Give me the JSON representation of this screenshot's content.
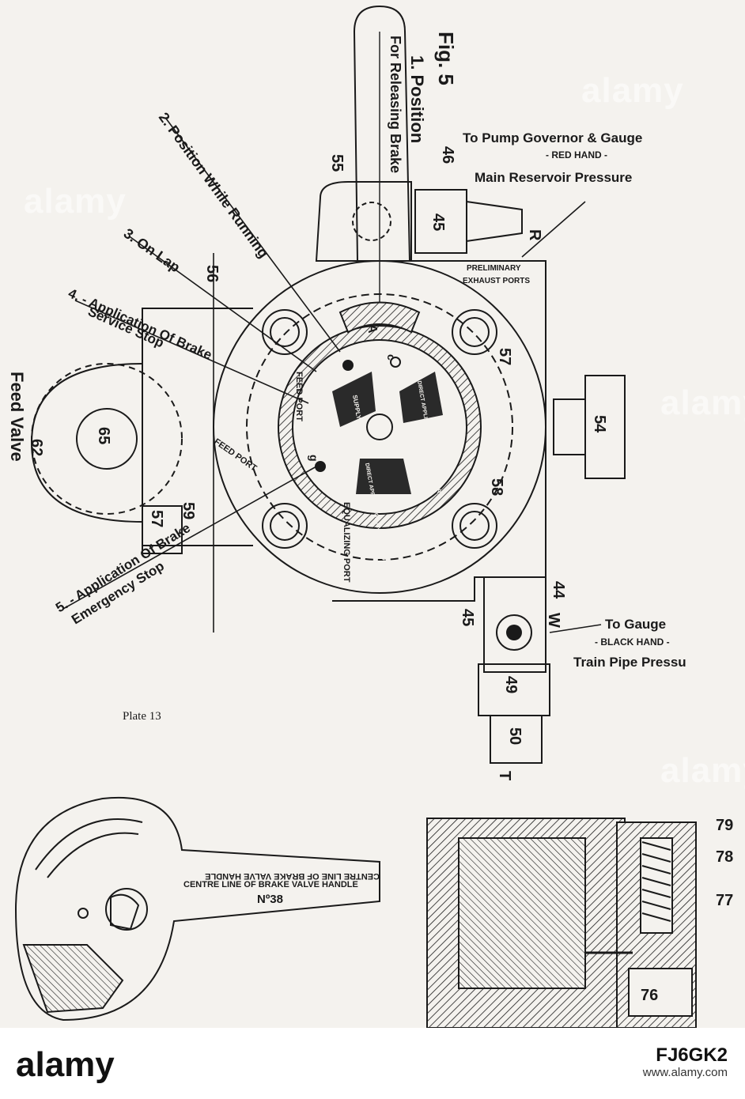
{
  "diagram": {
    "fig": "Fig. 5",
    "position1": "1. Position",
    "releasing": "For Releasing Brake",
    "position2": "2. Position While Running",
    "position3": "3. On Lap",
    "position4a": "4. - Application Of Brake",
    "position4b": "Service Stop",
    "position5a": "5. - Application Of Brake",
    "position5b": "Emergency Stop",
    "pump_gov": "To Pump Governor & Gauge",
    "red_hand": "- RED HAND -",
    "main_res": "Main Reservoir Pressure",
    "to_gauge": "To Gauge",
    "black_hand": "- BLACK HAND -",
    "train_pipe": "Train Pipe Pressu",
    "prelim": "PRELIMINARY",
    "exhaust": "EXHAUST PORTS",
    "feed_port": "FEED PORT",
    "equalizing": "EQUALIZING PORT",
    "supply_port": "SUPPLY PORT",
    "direct_app_exhaust": "DIRECT APPLICATION AND EXHAUST PORT",
    "direct_app_supply": "DIRECT APPLICATION AND SUPPLY PORT",
    "feed_valve": "Feed Valve",
    "plate": "Plate 13",
    "centre_line": "CENTRE LINE OF BRAKE VALVE HANDLE",
    "handle_no": "Nº38",
    "parts": {
      "p55": "55",
      "p45a": "45",
      "p46": "46",
      "p57a": "57",
      "p54": "54",
      "p58": "58",
      "p56": "56",
      "p65": "65",
      "p62": "62",
      "p59": "59",
      "p57b": "57",
      "p44": "44",
      "p45b": "45",
      "p49": "49",
      "p50": "50",
      "p79": "79",
      "p78": "78",
      "p77": "77",
      "p76": "76",
      "R": "R",
      "W": "W",
      "T": "T",
      "A": "A",
      "g": "g",
      "c": "c"
    }
  },
  "watermarks": [
    "alamy",
    "alamy",
    "alamy",
    "alamy"
  ],
  "footer": {
    "logo": "alamy",
    "image_id": "FJ6GK2",
    "url": "www.alamy.com"
  }
}
